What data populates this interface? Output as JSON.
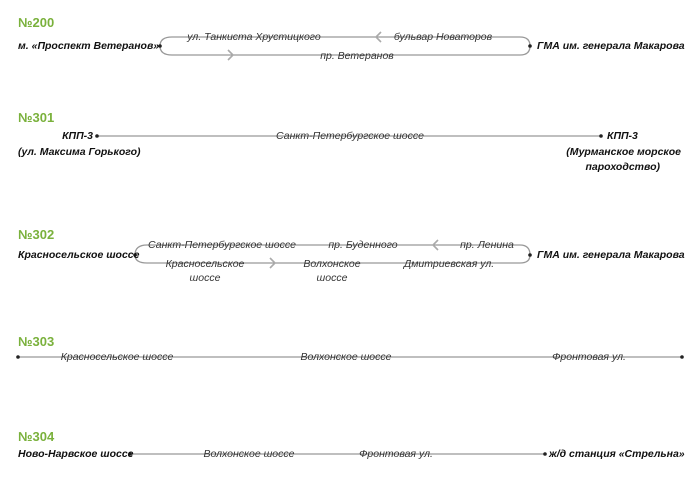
{
  "colors": {
    "accent": "#7ab13c",
    "line": "#999999",
    "arrow": "#aaaaaa"
  },
  "routes": [
    {
      "number": "№200",
      "start": "м. «Проспект Ветеранов»",
      "end": "ГМА им. генерала Макарова",
      "forward": [
        "ул. Танкиста Хрустицкого",
        "бульвар Новаторов"
      ],
      "back": [
        "пр. Ветеранов"
      ]
    },
    {
      "number": "№301",
      "start": "КПП-3",
      "start_note": "(ул. Максима Горького)",
      "end": "КПП-3",
      "end_note_1": "(Мурманское морское",
      "end_note_2": "пароходство)",
      "stops": [
        "Санкт-Петербургское шоссе"
      ]
    },
    {
      "number": "№302",
      "start": "Красносельское шоссе",
      "end": "ГМА им. генерала Макарова",
      "forward": [
        "Санкт-Петербургское шоссе",
        "пр. Буденного",
        "пр. Ленина"
      ],
      "back": [
        "Красносельское",
        "шоссе",
        "Волхонское",
        "шоссе",
        "Дмитриевская ул."
      ]
    },
    {
      "number": "№303",
      "stops": [
        "Красносельское шоссе",
        "Волхонское шоссе",
        "Фронтовая ул."
      ]
    },
    {
      "number": "№304",
      "start": "Ново-Нарвское шоссе",
      "end": "ж/д станция «Стрельна»",
      "stops": [
        "Волхонское шоссе",
        "Фронтовая ул."
      ]
    }
  ]
}
